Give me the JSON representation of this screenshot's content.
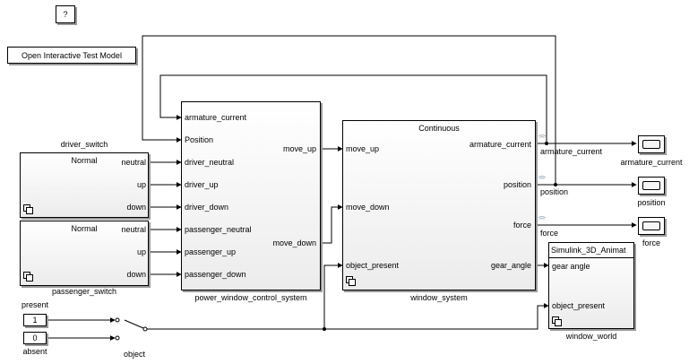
{
  "help_button": "?",
  "open_button": "Open Interactive Test Model",
  "driver_switch": {
    "name": "driver_switch",
    "mode": "Normal",
    "ports": [
      "neutral",
      "up",
      "down"
    ]
  },
  "passenger_switch": {
    "name": "passenger_switch",
    "mode": "Normal",
    "ports": [
      "neutral",
      "up",
      "down"
    ]
  },
  "control": {
    "name": "power_window_control_system",
    "inputs": [
      "armature_current",
      "Position",
      "driver_neutral",
      "driver_up",
      "driver_down",
      "passenger_neutral",
      "passenger_up",
      "passenger_down"
    ],
    "outputs": [
      "move_up",
      "move_down"
    ]
  },
  "window_system": {
    "name": "window_system",
    "sample_time": "Continuous",
    "inputs": [
      "move_up",
      "move_down",
      "object_present"
    ],
    "outputs": [
      "armature_current",
      "position",
      "force",
      "gear_angle"
    ]
  },
  "signals": {
    "armature_current": "armature_current",
    "position": "position",
    "force": "force"
  },
  "scopes": [
    "armature_current",
    "position",
    "force"
  ],
  "window_world": {
    "name": "window_world",
    "title": "Simulink_3D_Animat",
    "inputs": [
      "gear angle",
      "object_present"
    ]
  },
  "present": {
    "label": "present",
    "value": "1"
  },
  "absent": {
    "label": "absent",
    "value": "0"
  },
  "object_switch": "object",
  "colors": {
    "block_border": "#000000",
    "shadow": "#9a9a9a",
    "line": "#000000",
    "signal_icon": "#aab7c4"
  }
}
